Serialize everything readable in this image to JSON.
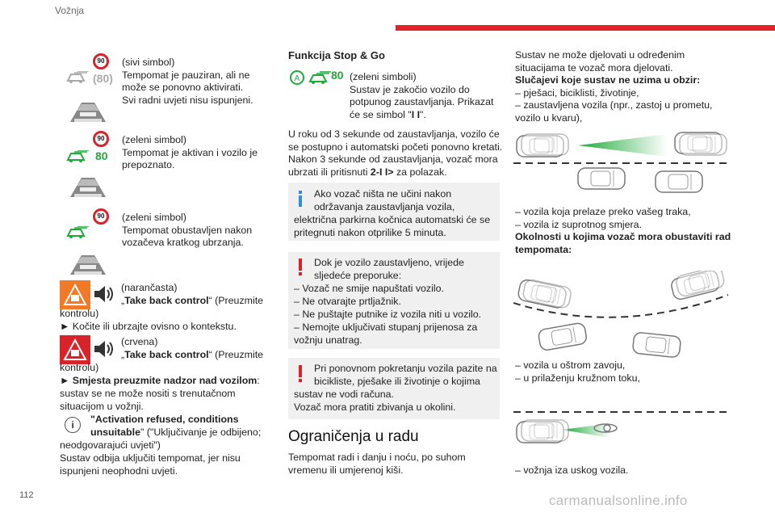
{
  "header": {
    "section": "Vožnja",
    "page_number": "112"
  },
  "watermark": "carmanualsonline.info",
  "left": {
    "sym1": {
      "sign": "90",
      "speed": "(80)",
      "l1": "(sivi simbol)",
      "l2": "Tempomat je pauziran, ali ne",
      "l3": "može se ponovno aktivirati.",
      "l4": "Svi radni uvjeti nisu ispunjeni."
    },
    "sym2": {
      "sign": "90",
      "speed": "80",
      "l1": "(zeleni simbol)",
      "l2": "Tempomat je aktivan i vozilo je",
      "l3": "prepoznato."
    },
    "sym3": {
      "sign": "90",
      "l1": "(zeleni simbol)",
      "l2": "Tempomat obustavljen nakon",
      "l3": "vozačeva kratkog ubrzanja."
    },
    "orange": {
      "l1": "(narančasta)",
      "quote_open": "„",
      "bold": "Take back control",
      "rest": "“ (Preuzmite",
      "l3": "kontrolu)",
      "l4": "► Kočite ili ubrzajte ovisno o kontekstu."
    },
    "red": {
      "l1": "(crvena)",
      "quote_open": "„",
      "bold": "Take back control",
      "rest": "“ (Preuzmite",
      "l3": "kontrolu)",
      "l4_bold": "► Smjesta preuzmite nadzor nad vozilom",
      "l4_rest": ":",
      "l5": "sustav se ne može nositi s trenutačnom",
      "l6": "situacijom u vožnji."
    },
    "refused": {
      "icon": "i",
      "l1_bold": "\"Activation refused, conditions",
      "l2_bold": "unsuitable",
      "l2_rest": "\" (\"Uključivanje je odbijeno;",
      "l3": "neodgovarajući uvjeti\")",
      "l4": "Sustav odbija uključiti tempomat, jer nisu",
      "l5": "ispunjeni neophodni uvjeti."
    }
  },
  "middle": {
    "title": "Funkcija Stop & Go",
    "sym": {
      "speed": "80",
      "l1": "(zeleni simboli)",
      "l2": "Sustav je zakočio vozilo do",
      "l3": "potpunog zaustavljanja. Prikazat",
      "l4_pre": "će se simbol \"",
      "l4_bold": "I I",
      "l4_post": "\"."
    },
    "para": {
      "l1": "U roku od 3 sekunde od zaustavljanja, vozilo će",
      "l2": "se postupno i automatski početi ponovno kretati.",
      "l3": "Nakon 3 sekunde od zaustavljanja, vozač mora",
      "l4_pre": "ubrzati ili pritisnuti ",
      "l4_bold": "2-I I>",
      "l4_post": " za polazak."
    },
    "info": {
      "l1": "Ako vozač ništa ne učini nakon",
      "l2": "održavanja zaustavljanja vozila,",
      "l3": "električna parkirna kočnica automatski će se",
      "l4": "pritegnuti nakon otprilike 5 minuta."
    },
    "warn1": {
      "l1": "Dok je vozilo zaustavljeno, vrijede",
      "l2": "sljedeće preporuke:",
      "l3": "– Vozač ne smije napuštati vozilo.",
      "l4": "– Ne otvarajte prtljažnik.",
      "l5": "– Ne puštajte putnike iz vozila niti u vozilo.",
      "l6": "– Nemojte uključivati stupanj prijenosa za",
      "l7": "vožnju unatrag."
    },
    "warn2": {
      "l1": "Pri ponovnom pokretanju vozila pazite na",
      "l2": "bicikliste, pješake ili životinje o kojima",
      "l3": "sustav ne vodi računa.",
      "l4": "Vozač mora pratiti zbivanja u okolini."
    },
    "h2": "Ograničenja u radu",
    "end": {
      "l1": "Tempomat radi i danju i noću, po suhom",
      "l2": "vremenu ili umjerenoj kiši."
    }
  },
  "right": {
    "p1": {
      "l1": "Sustav ne može djelovati u određenim",
      "l2": "situacijama te vozač mora djelovati.",
      "l3": "Slučajevi koje sustav ne uzima u obzir:",
      "l4": "– pješaci, biciklisti, životinje,",
      "l5": "– zaustavljena vozila (npr., zastoj u prometu,",
      "l6": "vozilo u kvaru),"
    },
    "p2": {
      "l1": "– vozila koja prelaze preko vašeg traka,",
      "l2": "– vozila iz suprotnog smjera.",
      "l3": "Okolnosti u kojima vozač mora obustaviti rad",
      "l4": "tempomata:"
    },
    "p3": {
      "l1": "– vozila u oštrom zavoju,",
      "l2": "– u prilaženju kružnom toku,"
    },
    "p4": {
      "l1": "– vožnja iza uskog vozila."
    }
  },
  "colors": {
    "accent": "#e4222c",
    "green": "#1faa3a",
    "orange": "#f07a28",
    "red": "#d9232b",
    "note_bg": "#f0f0f0",
    "info_blue": "#2f8fd8"
  }
}
